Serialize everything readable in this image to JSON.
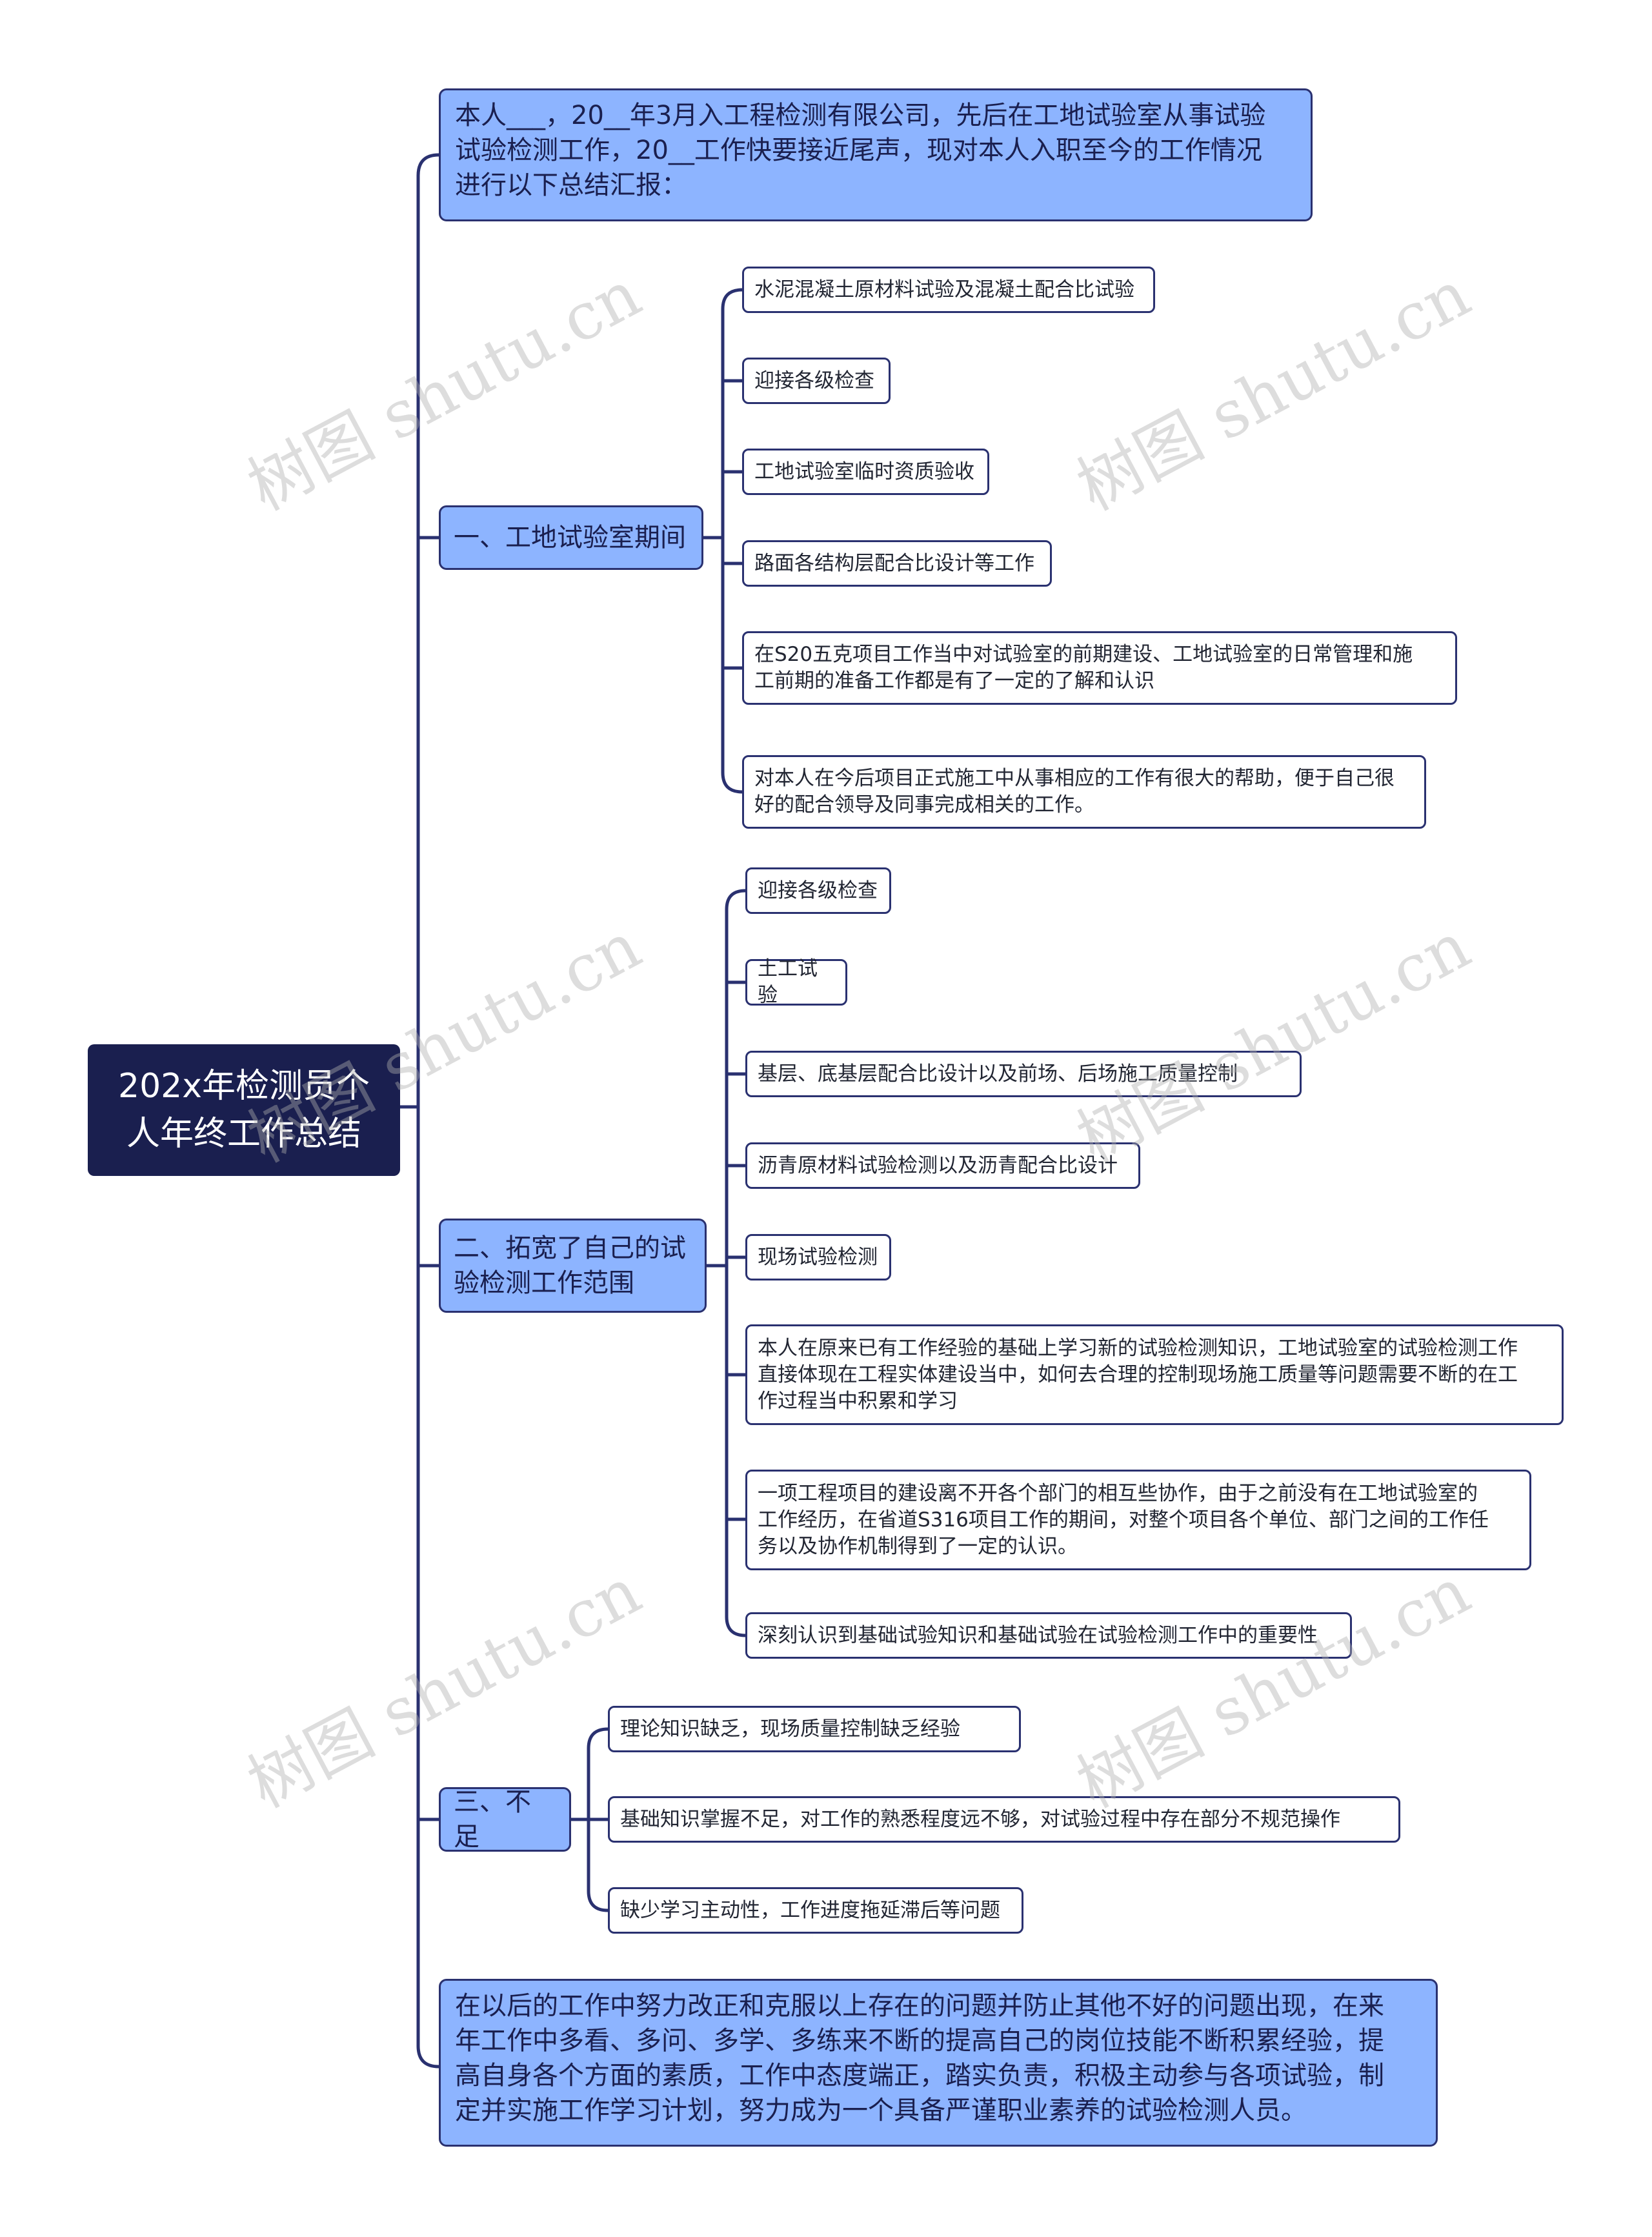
{
  "root": {
    "title": "202x年检测员个\n人年终工作总结"
  },
  "intro": {
    "text": " 本人___，20__年3月入工程检测有限公司，先后在工地试验室从事试验\n试验检测工作，20__工作快要接近尾声，现对本人入职至今的工作情况\n进行以下总结汇报："
  },
  "section1": {
    "title": "一、工地试验室期间",
    "items": [
      "水泥混凝土原材料试验及混凝土配合比试验",
      "迎接各级检查",
      "工地试验室临时资质验收",
      "路面各结构层配合比设计等工作",
      "在S20五克项目工作当中对试验室的前期建设、工地试验室的日常管理和施\n工前期的准备工作都是有了一定的了解和认识",
      "对本人在今后项目正式施工中从事相应的工作有很大的帮助，便于自己很\n好的配合领导及同事完成相关的工作。"
    ]
  },
  "section2": {
    "title": "二、拓宽了自己的试\n验检测工作范围",
    "items": [
      "迎接各级检查",
      "土工试验",
      "基层、底基层配合比设计以及前场、后场施工质量控制",
      "沥青原材料试验检测以及沥青配合比设计",
      "现场试验检测",
      "本人在原来已有工作经验的基础上学习新的试验检测知识，工地试验室的试验检测工作\n直接体现在工程实体建设当中，如何去合理的控制现场施工质量等问题需要不断的在工\n作过程当中积累和学习",
      "一项工程项目的建设离不开各个部门的相互些协作，由于之前没有在工地试验室的\n工作经历，在省道S316项目工作的期间，对整个项目各个单位、部门之间的工作任\n务以及协作机制得到了一定的认识。",
      "深刻认识到基础试验知识和基础试验在试验检测工作中的重要性"
    ]
  },
  "section3": {
    "title": "三、不足",
    "items": [
      "理论知识缺乏，现场质量控制缺乏经验",
      "基础知识掌握不足，对工作的熟悉程度远不够，对试验过程中存在部分不规范操作",
      "缺少学习主动性，工作进度拖延滞后等问题"
    ]
  },
  "closing": {
    "text": "在以后的工作中努力改正和克服以上存在的问题并防止其他不好的问题出现，在来\n年工作中多看、多问、多学、多练来不断的提高自己的岗位技能不断积累经验，提\n高自身各个方面的素质，工作中态度端正，踏实负责，积极主动参与各项试验，制\n定并实施工作学习计划，努力成为一个具备严谨职业素养的试验检测人员。"
  },
  "watermark": "树图 shutu.cn",
  "colors": {
    "root_fill": "#1a1f4f",
    "branch_fill": "#8db4ff",
    "line": "#2a3170",
    "leaf_fill": "#ffffff"
  }
}
